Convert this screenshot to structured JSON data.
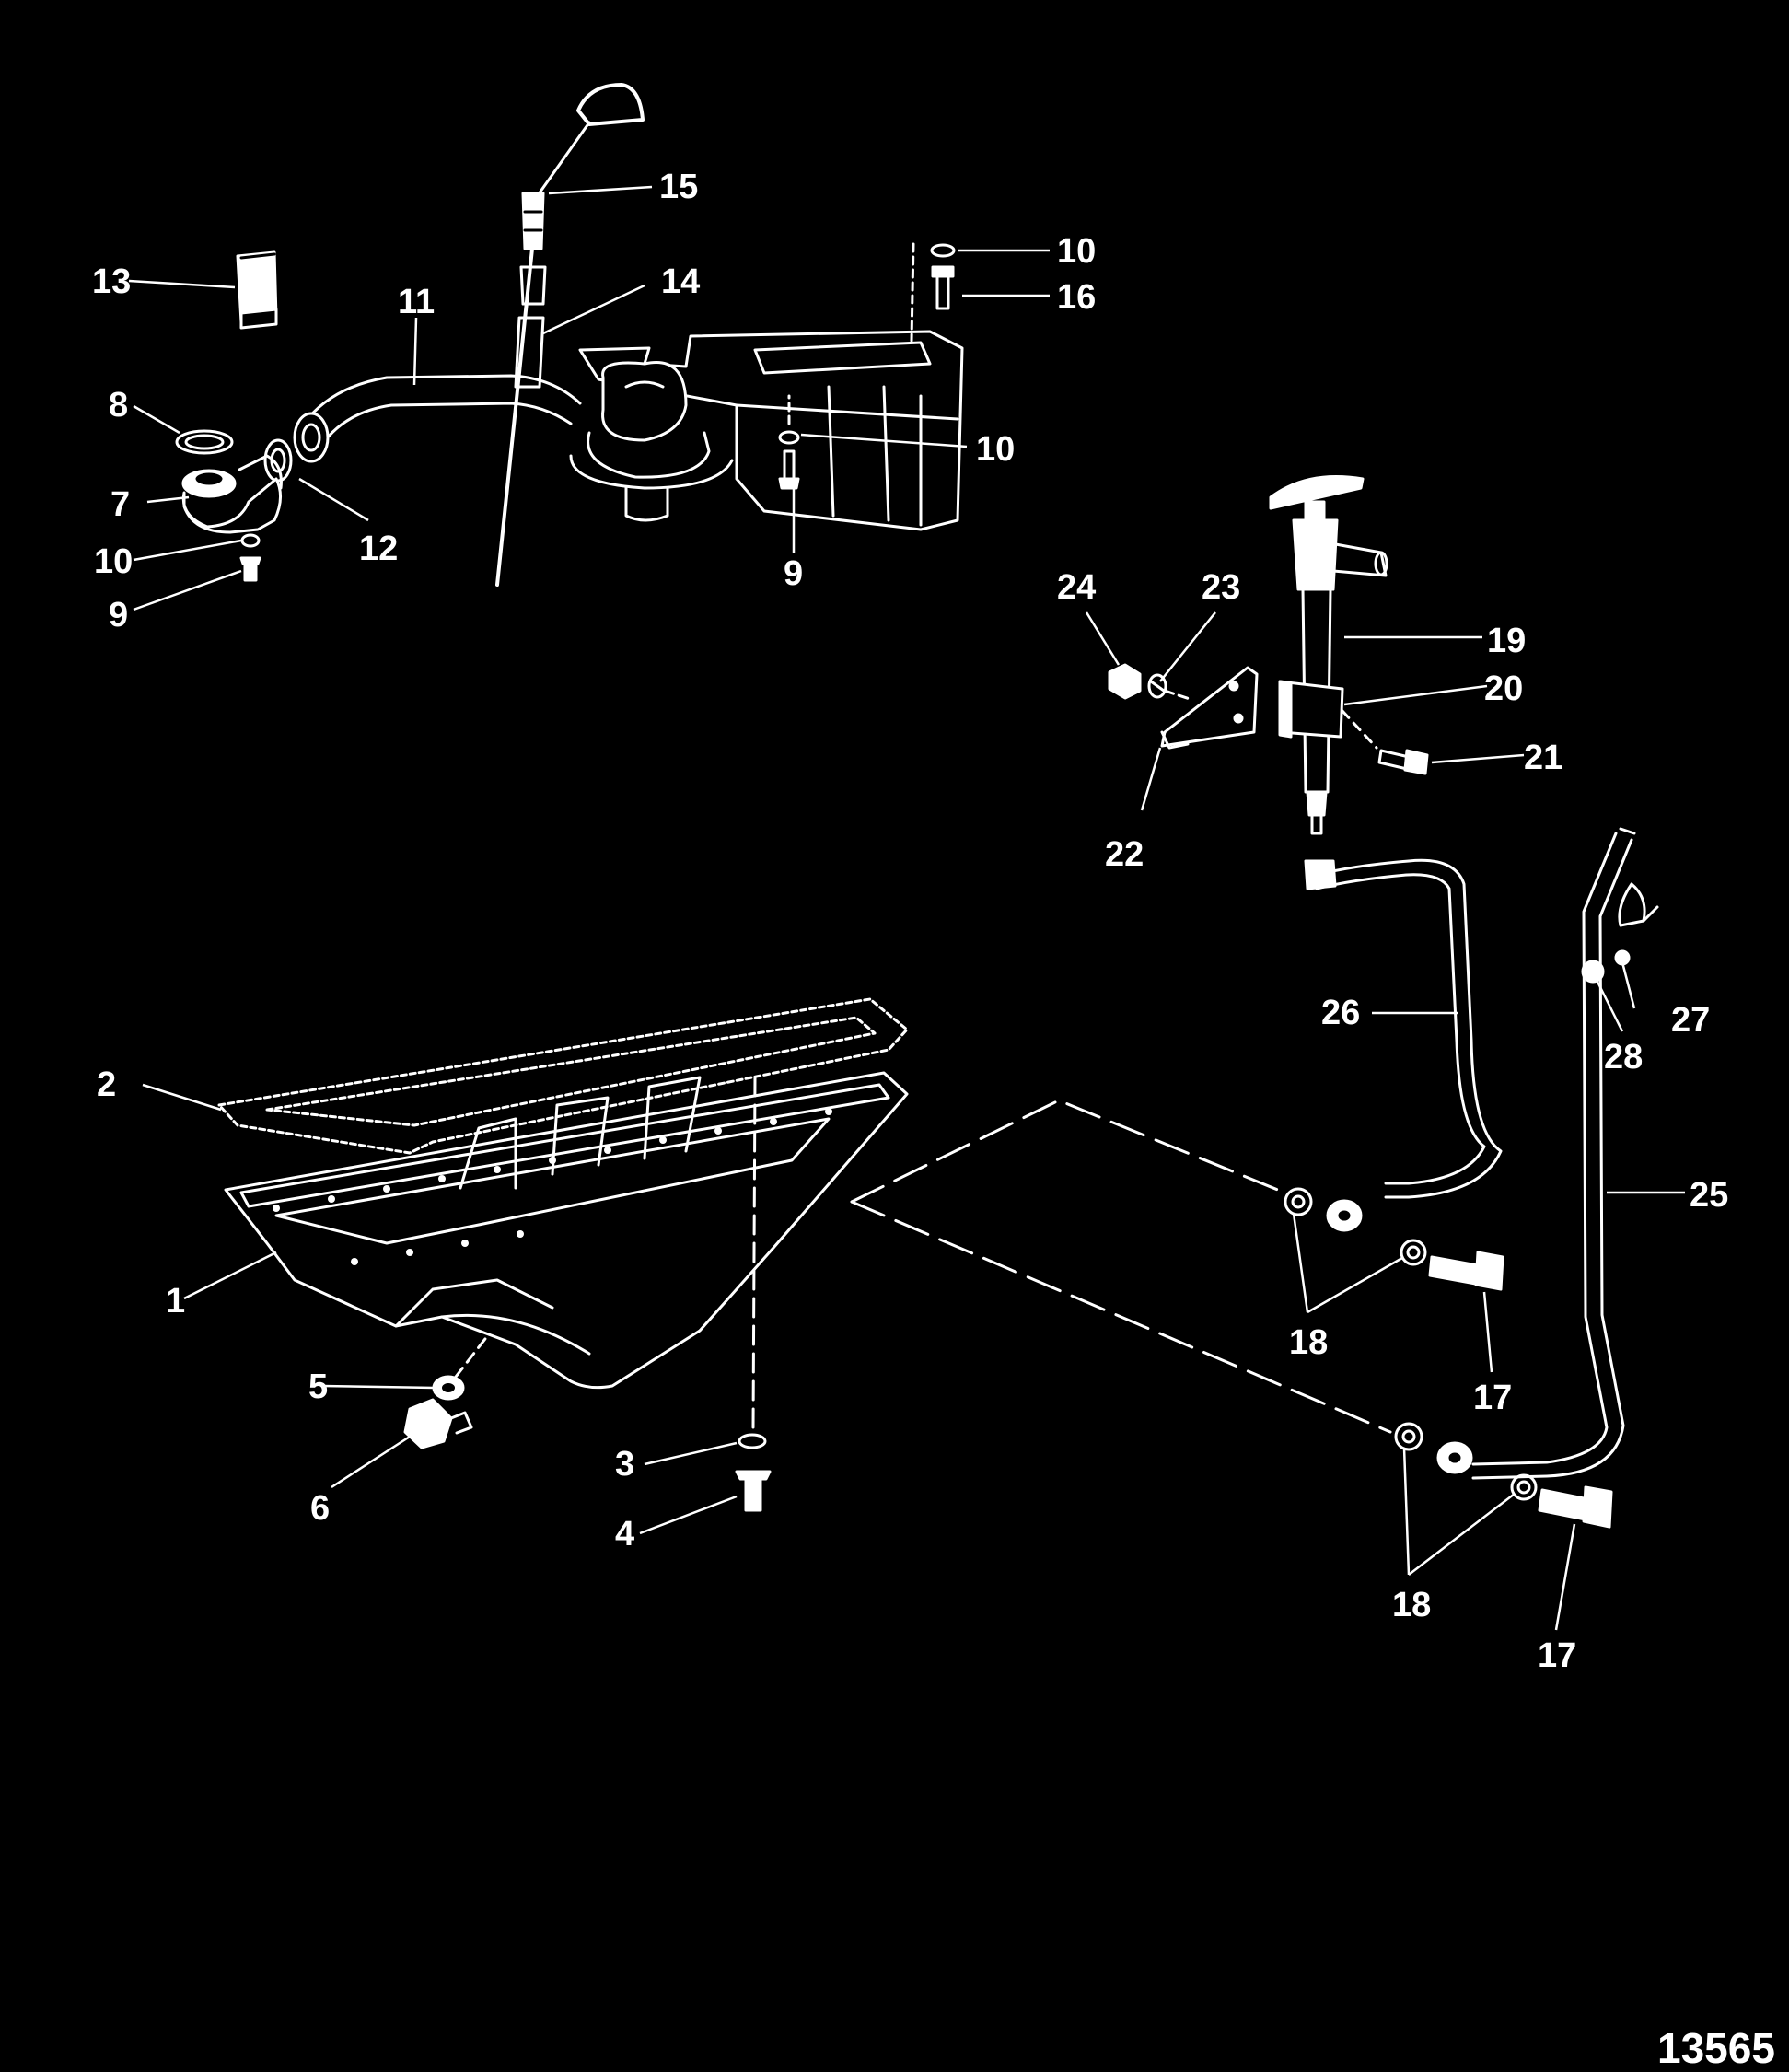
{
  "diagram": {
    "figure_number": "13565",
    "callouts": [
      {
        "id": "c1",
        "text": "1"
      },
      {
        "id": "c2",
        "text": "2"
      },
      {
        "id": "c3",
        "text": "3"
      },
      {
        "id": "c4",
        "text": "4"
      },
      {
        "id": "c5",
        "text": "5"
      },
      {
        "id": "c6",
        "text": "6"
      },
      {
        "id": "c7",
        "text": "7"
      },
      {
        "id": "c8",
        "text": "8"
      },
      {
        "id": "c9a",
        "text": "9"
      },
      {
        "id": "c9b",
        "text": "9"
      },
      {
        "id": "c10a",
        "text": "10"
      },
      {
        "id": "c10b",
        "text": "10"
      },
      {
        "id": "c10c",
        "text": "10"
      },
      {
        "id": "c11",
        "text": "11"
      },
      {
        "id": "c12",
        "text": "12"
      },
      {
        "id": "c13",
        "text": "13"
      },
      {
        "id": "c14",
        "text": "14"
      },
      {
        "id": "c15",
        "text": "15"
      },
      {
        "id": "c16",
        "text": "16"
      },
      {
        "id": "c17a",
        "text": "17"
      },
      {
        "id": "c17b",
        "text": "17"
      },
      {
        "id": "c18a",
        "text": "18"
      },
      {
        "id": "c18b",
        "text": "18"
      },
      {
        "id": "c19",
        "text": "19"
      },
      {
        "id": "c20",
        "text": "20"
      },
      {
        "id": "c21",
        "text": "21"
      },
      {
        "id": "c22",
        "text": "22"
      },
      {
        "id": "c23",
        "text": "23"
      },
      {
        "id": "c24",
        "text": "24"
      },
      {
        "id": "c25",
        "text": "25"
      },
      {
        "id": "c26",
        "text": "26"
      },
      {
        "id": "c27",
        "text": "27"
      },
      {
        "id": "c28",
        "text": "28"
      }
    ]
  }
}
